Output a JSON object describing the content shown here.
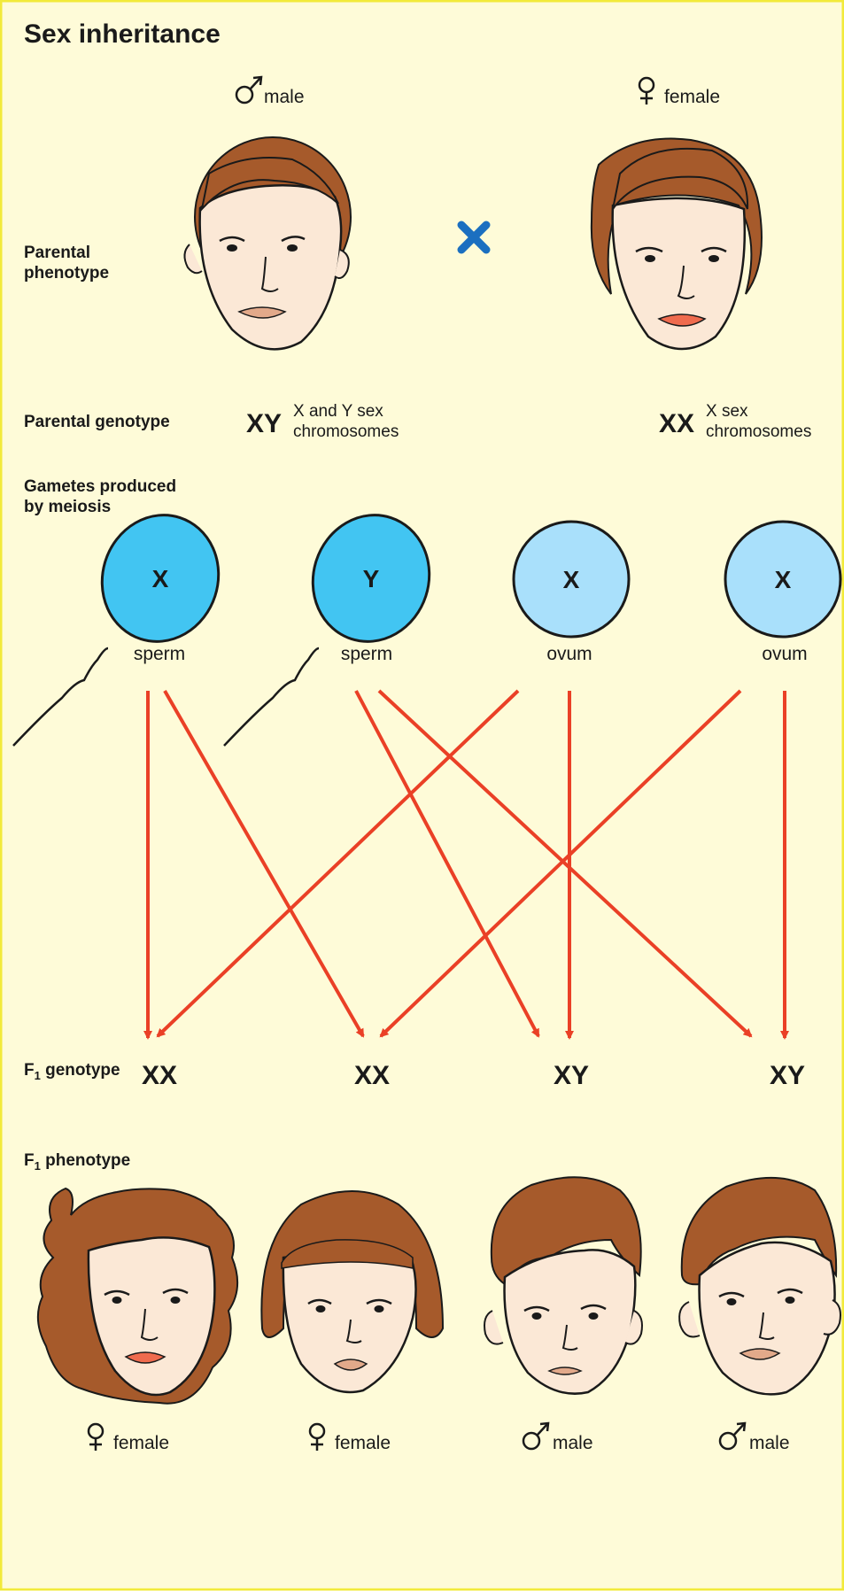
{
  "title": "Sex inheritance",
  "colors": {
    "background": "#fefbd8",
    "border": "#f2ea3a",
    "hair": "#a65a2b",
    "skin": "#fbe8d6",
    "sperm": "#42c5f2",
    "ovum": "#a9e0fb",
    "arrow": "#ea4026",
    "cross": "#1b6fc0",
    "lips_female": "#ef6b4e",
    "lips_male": "#e2a98a"
  },
  "parents": {
    "male_label": "male",
    "female_label": "female",
    "male_symbol": "male-symbol-icon",
    "female_symbol": "female-symbol-icon",
    "cross_icon": "cross-icon"
  },
  "rows": {
    "parental_phenotype": [
      "Parental",
      "phenotype"
    ],
    "parental_genotype": "Parental genotype",
    "gametes": [
      "Gametes produced",
      "by meiosis"
    ],
    "f1_genotype_prefix": "F",
    "f1_genotype_sub": "1",
    "f1_genotype_suffix": " genotype",
    "f1_phenotype_prefix": "F",
    "f1_phenotype_sub": "1",
    "f1_phenotype_suffix": " phenotype"
  },
  "genotypes": {
    "male": "XY",
    "male_note": [
      "X and Y sex",
      "chromosomes"
    ],
    "female": "XX",
    "female_note": [
      "X sex",
      "chromosomes"
    ]
  },
  "gametes": [
    {
      "letter": "X",
      "name": "sperm"
    },
    {
      "letter": "Y",
      "name": "sperm"
    },
    {
      "letter": "X",
      "name": "ovum"
    },
    {
      "letter": "X",
      "name": "ovum"
    }
  ],
  "offspring": [
    {
      "genotype": "XX",
      "sex": "female"
    },
    {
      "genotype": "XX",
      "sex": "female"
    },
    {
      "genotype": "XY",
      "sex": "male"
    },
    {
      "genotype": "XY",
      "sex": "male"
    }
  ]
}
